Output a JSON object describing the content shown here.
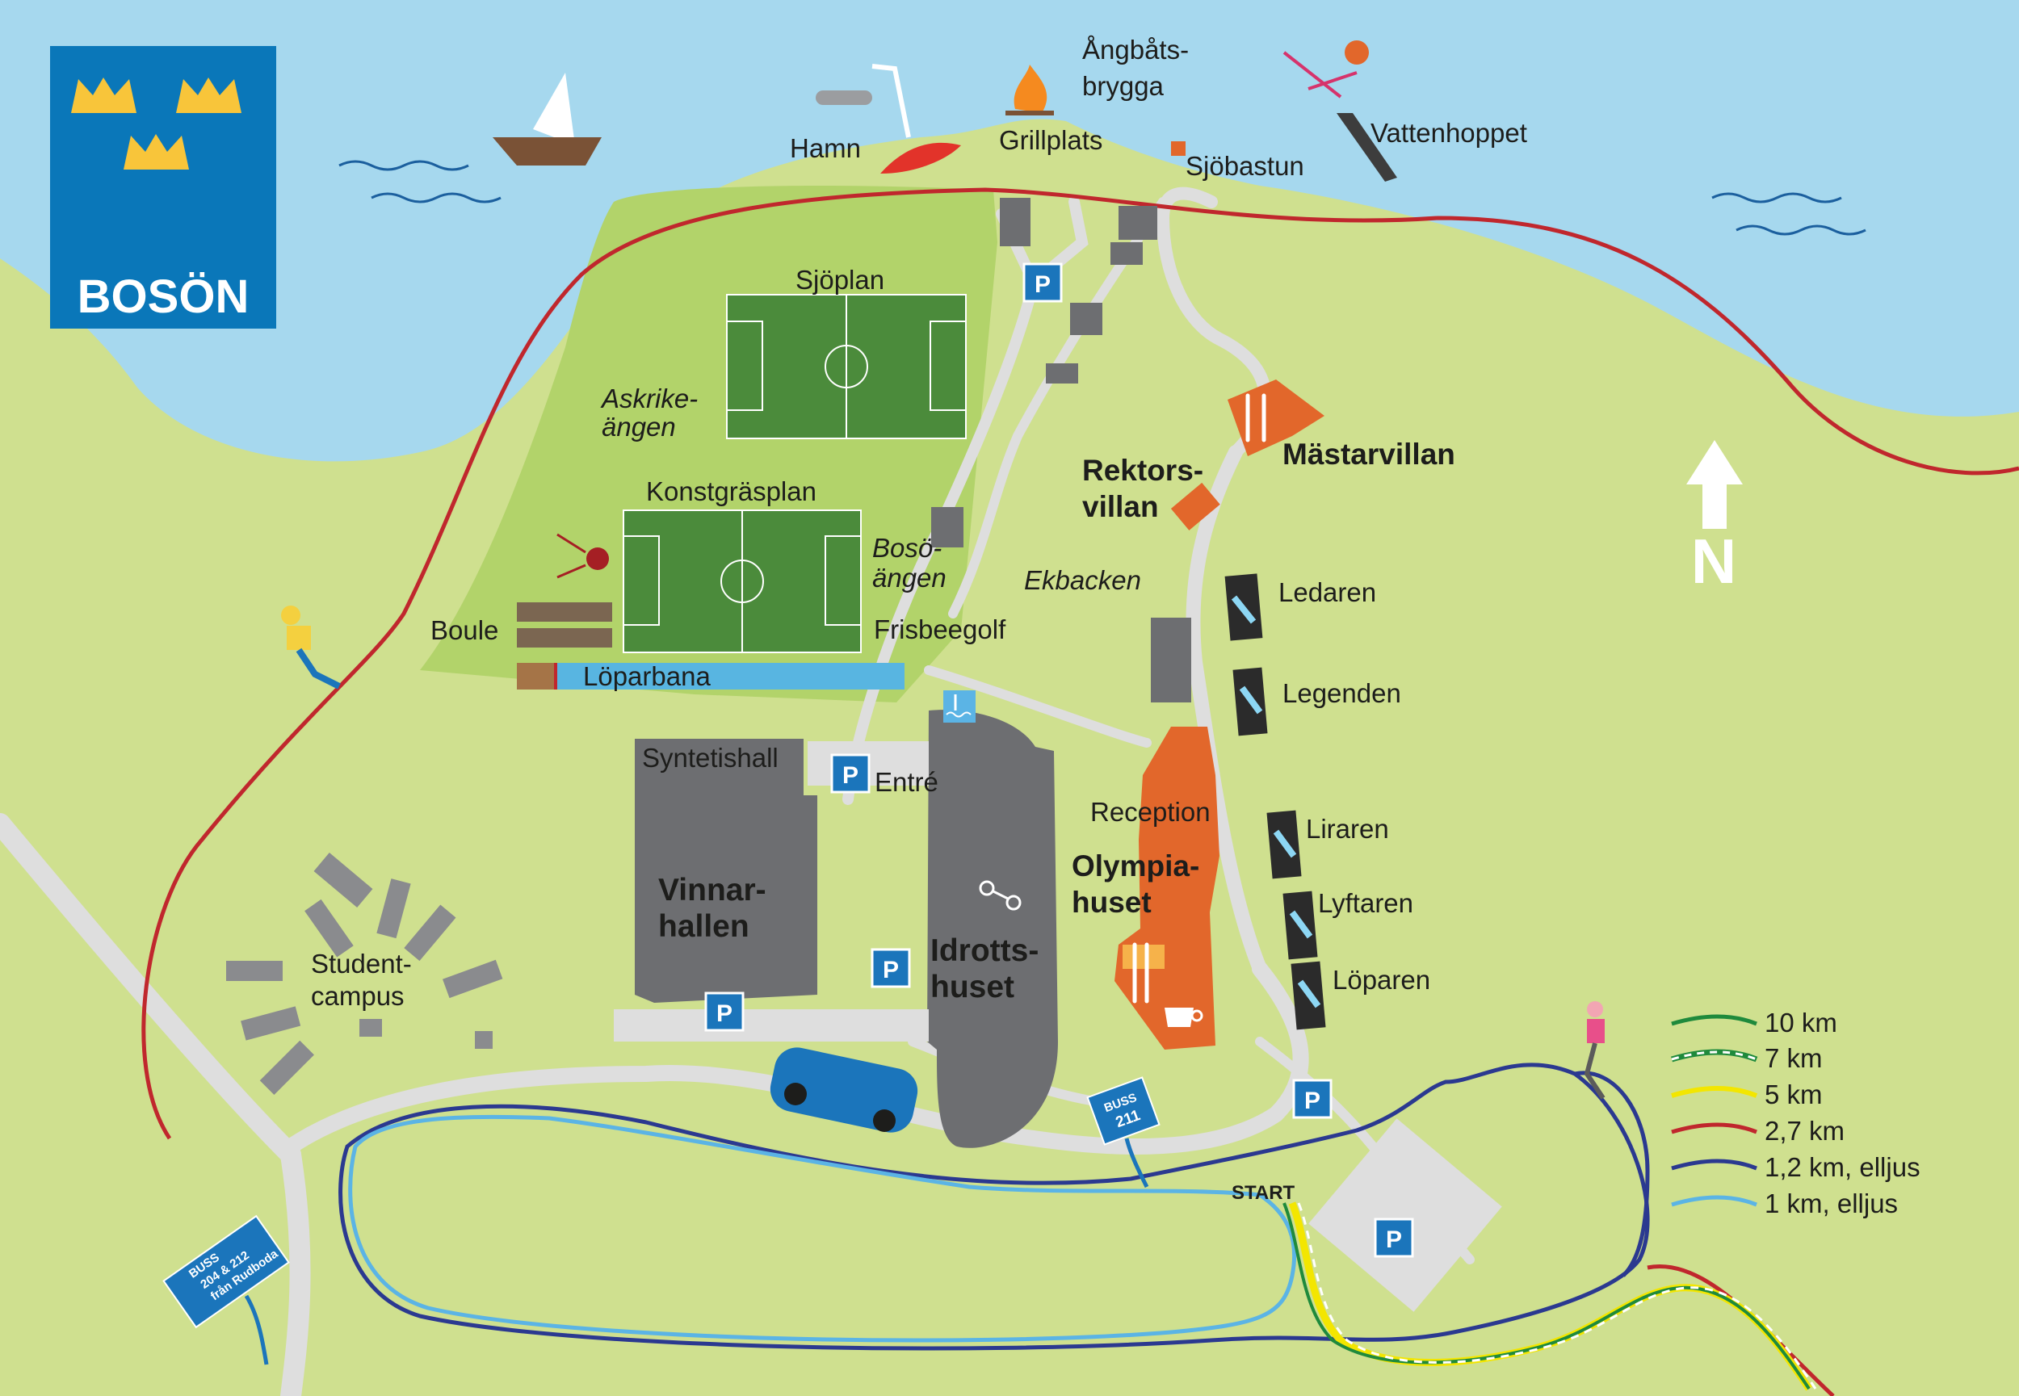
{
  "logo": {
    "name": "BOSÖN"
  },
  "labels": {
    "angbats_line1": "Ångbåts-",
    "angbats_line2": "brygga",
    "hamn": "Hamn",
    "grillplats": "Grillplats",
    "sjobastun": "Sjöbastun",
    "vattenhoppet": "Vattenhoppet",
    "sjoplan": "Sjöplan",
    "askrike_line1": "Askrike-",
    "askrike_line2": "ängen",
    "konstgrasplan": "Konstgräsplan",
    "boso_line1": "Bosö-",
    "boso_line2": "ängen",
    "boule": "Boule",
    "frisbeegolf": "Frisbeegolf",
    "loparbana": "Löparbana",
    "rektors_line1": "Rektors-",
    "rektors_line2": "villan",
    "mastarvillan": "Mästarvillan",
    "ekbacken": "Ekbacken",
    "ledaren": "Ledaren",
    "legenden": "Legenden",
    "syntetishall": "Syntetishall",
    "entre": "Entré",
    "reception": "Reception",
    "liraren": "Liraren",
    "lyftaren": "Lyftaren",
    "loparen": "Löparen",
    "olympia_line1": "Olympia-",
    "olympia_line2": "huset",
    "vinnar_line1": "Vinnar-",
    "vinnar_line2": "hallen",
    "idrotts_line1": "Idrotts-",
    "idrotts_line2": "huset",
    "student_line1": "Student-",
    "student_line2": "campus",
    "start": "START",
    "north": "N"
  },
  "parking": {
    "symbol": "P"
  },
  "bus_signs": {
    "bus211_line1": "BUSS",
    "bus211_line2": "211",
    "bus204_line1": "BUSS",
    "bus204_line2": "204 & 212",
    "bus204_line3": "från Rudboda"
  },
  "legend": [
    {
      "label": "10 km",
      "color": "#1f8a3c",
      "style": "solid"
    },
    {
      "label": "7 km",
      "color": "#1f8a3c",
      "style": "dashed-white"
    },
    {
      "label": "5 km",
      "color": "#f3e600",
      "style": "solid"
    },
    {
      "label": "2,7 km",
      "color": "#c0272d",
      "style": "solid"
    },
    {
      "label": "1,2 km, elljus",
      "color": "#2b3990",
      "style": "solid"
    },
    {
      "label": "1 km, elljus",
      "color": "#5bb4e5",
      "style": "solid"
    }
  ],
  "colors": {
    "water": "#a6d8ee",
    "land": "#cfe08f",
    "field": "#b2d36a",
    "pitch": "#4b8b3b",
    "building": "#6d6e71",
    "orange": "#e2672b",
    "parking": "#1b75bb",
    "logo_bg": "#0a77b9",
    "crown": "#f8c53a"
  }
}
